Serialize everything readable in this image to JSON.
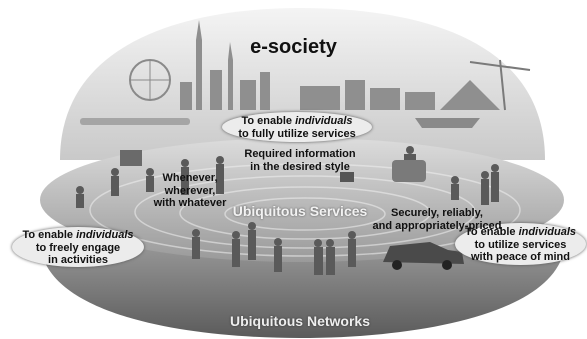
{
  "title": "e-society",
  "center_label": "Ubiquitous Services",
  "base_label": "Ubiquitous Networks",
  "pills": {
    "top": {
      "pre": "To enable ",
      "em": "individuals",
      "post": "to fully utilize services"
    },
    "left": {
      "pre": "To enable ",
      "em": "individuals",
      "line2": "to freely engage",
      "line3": "in activities"
    },
    "right": {
      "pre": "To enable ",
      "em": "individuals",
      "line2": "to utilize services",
      "line3": "with peace of mind"
    }
  },
  "notes": {
    "required": {
      "line1": "Required information",
      "line2": "in the desired style"
    },
    "whenever": {
      "line1": "Whenever,",
      "line2": "wherever,",
      "line3": "with whatever"
    },
    "secure": {
      "line1": "Securely, reliably,",
      "line2": "and appropriately-priced"
    }
  }
}
